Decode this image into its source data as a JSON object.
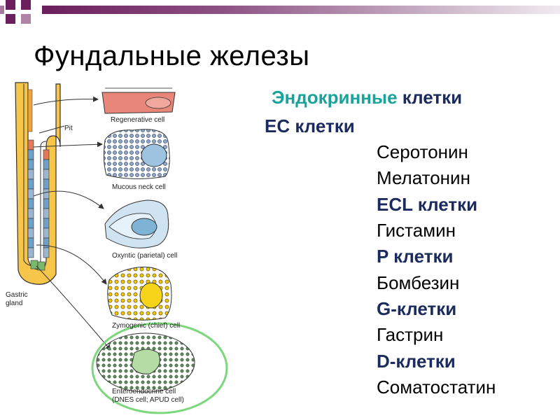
{
  "slide": {
    "title": "Фундальные железы"
  },
  "colors": {
    "accent_band": "#6b1f5c",
    "teal": "#19a39a",
    "navy": "#1b2b5e",
    "highlight_circle": "#7dd87d"
  },
  "diagram": {
    "labels": {
      "pit": "Pit",
      "gastric_gland_line1": "Gastric",
      "gastric_gland_line2": "gland",
      "regenerative": "Regenerative cell",
      "mucous_neck": "Mucous neck cell",
      "oxyntic": "Oxyntic (parietal) cell",
      "zymogenic": "Zymogenic (chief) cell",
      "enteroendocrine_line1": "Enteroendocrine cell",
      "enteroendocrine_line2": "(DNES cell; APUD cell)"
    }
  },
  "content": {
    "heading_part1": "Эндокринные",
    "heading_part2": "клетки",
    "items": [
      {
        "text": "EC клетки"
      },
      {
        "text": "Серотонин"
      },
      {
        "text": "Мелатонин"
      },
      {
        "text": "ECL клетки"
      },
      {
        "text": "Гистамин"
      },
      {
        "text": "P клетки"
      },
      {
        "text": "Бомбезин"
      },
      {
        "text": "G-клетки"
      },
      {
        "text": "Гастрин"
      },
      {
        "text": "D-клетки"
      },
      {
        "text": "Соматостатин"
      }
    ]
  }
}
